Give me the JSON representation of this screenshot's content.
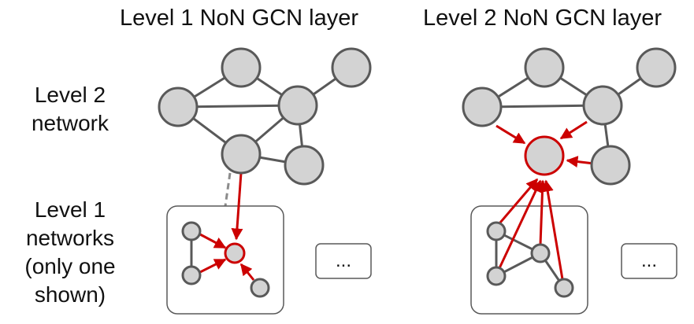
{
  "titles": {
    "left": "Level 1 NoN GCN layer",
    "right": "Level 2 NoN GCN layer"
  },
  "labels": {
    "level2": [
      "Level 2",
      "network"
    ],
    "level1": [
      "Level 1",
      "networks",
      "(only one",
      "shown)"
    ]
  },
  "ellipsis": "...",
  "colors": {
    "node_fill": "#d3d3d3",
    "node_stroke": "#595959",
    "edge": "#595959",
    "highlight": "#cc0000",
    "box_stroke": "#595959"
  }
}
